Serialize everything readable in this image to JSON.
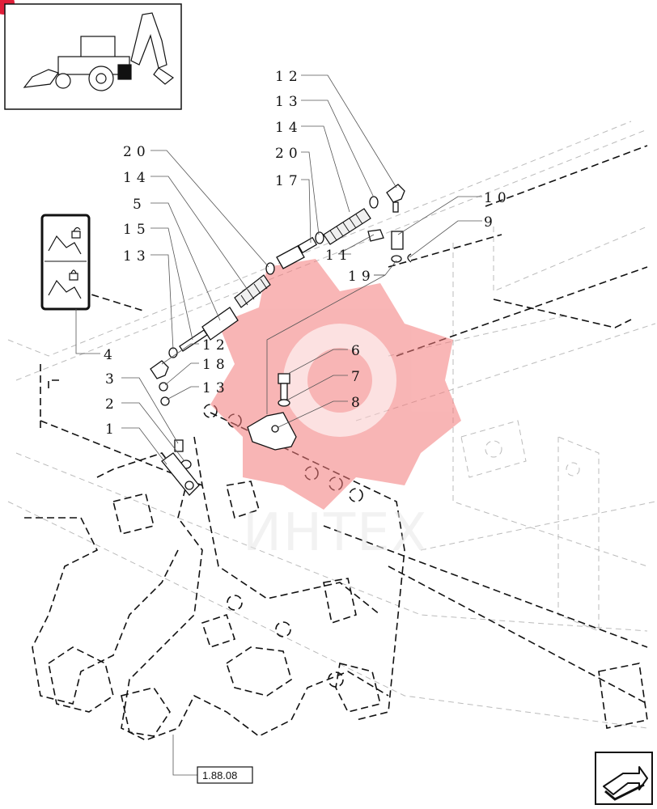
{
  "labels": {
    "l12a": "12",
    "l13a": "13",
    "l14a": "14",
    "l20a": "20",
    "l17": "17",
    "l20b": "20",
    "l14b": "14",
    "l5": "5",
    "l15": "15",
    "l13b": "13",
    "l10": "10",
    "l9": "9",
    "l11": "11",
    "l19": "19",
    "l12b": "12",
    "l18": "18",
    "l13c": "13",
    "l4": "4",
    "l3": "3",
    "l2": "2",
    "l1": "1",
    "l6": "6",
    "l7": "7",
    "l8": "8"
  },
  "ref_box": "1.88.08",
  "watermark": "ИНТЕХ",
  "colors": {
    "watermark_red": "#f47a7a",
    "badge": "#e0203a"
  },
  "icons": {
    "thumbnail": "backhoe-loader-icon",
    "lock_decal": "lock-decal-icon",
    "nav": "next-page-arrow-icon"
  }
}
